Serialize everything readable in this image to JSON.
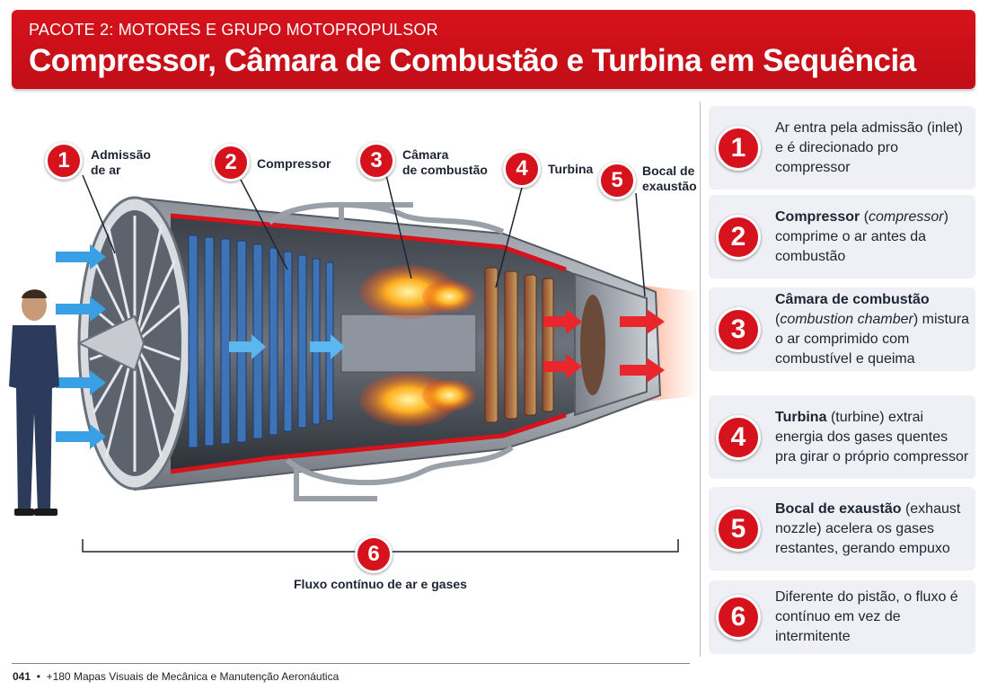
{
  "header": {
    "kicker": "PACOTE 2: MOTORES E GRUPO MOTOPROPULSOR",
    "title": "Compressor, Câmara de Combustão e Turbina em Sequência"
  },
  "diagram": {
    "callouts": [
      {
        "number": "1",
        "label_line1": "Admissão",
        "label_line2": "de ar"
      },
      {
        "number": "2",
        "label_line1": "Compressor",
        "label_line2": ""
      },
      {
        "number": "3",
        "label_line1": "Câmara",
        "label_line2": "de combustão"
      },
      {
        "number": "4",
        "label_line1": "Turbina",
        "label_line2": ""
      },
      {
        "number": "5",
        "label_line1": "Bocal de",
        "label_line2": "exaustão"
      }
    ],
    "flow": {
      "number": "6",
      "label": "Fluxo contínuo de ar e gases"
    },
    "colors": {
      "accent": "#d6121c",
      "intake_arrow": "#3aa0e6",
      "exhaust_arrow": "#e8262b",
      "compressor_blades": "#3e73b8",
      "flame": "#ffb020"
    }
  },
  "steps": [
    {
      "number": "1",
      "bold": "",
      "italic": "",
      "text": "Ar entra pela admissão (inlet) e é direcionado pro compressor"
    },
    {
      "number": "2",
      "bold": "Compressor",
      "italic": "compressor",
      "text": "comprime o ar antes da combustão"
    },
    {
      "number": "3",
      "bold": "Câmara de combustão",
      "italic": "combustion chamber",
      "text": "mistura o ar comprimido com combustível e queima"
    },
    {
      "number": "4",
      "bold": "Turbina",
      "italic": "",
      "text": "(turbine) extrai energia dos gases quentes pra girar o próprio compressor"
    },
    {
      "number": "5",
      "bold": "Bocal de exaustão",
      "italic": "",
      "text": "(exhaust nozzle) acelera os gases restantes, gerando empuxo"
    },
    {
      "number": "6",
      "bold": "",
      "italic": "",
      "text": "Diferente do pistão, o fluxo é contínuo em vez de intermitente"
    }
  ],
  "footer": {
    "page": "041",
    "separator": "•",
    "book": "+180 Mapas Visuais de Mecânica e Manutenção Aeronáutica"
  }
}
